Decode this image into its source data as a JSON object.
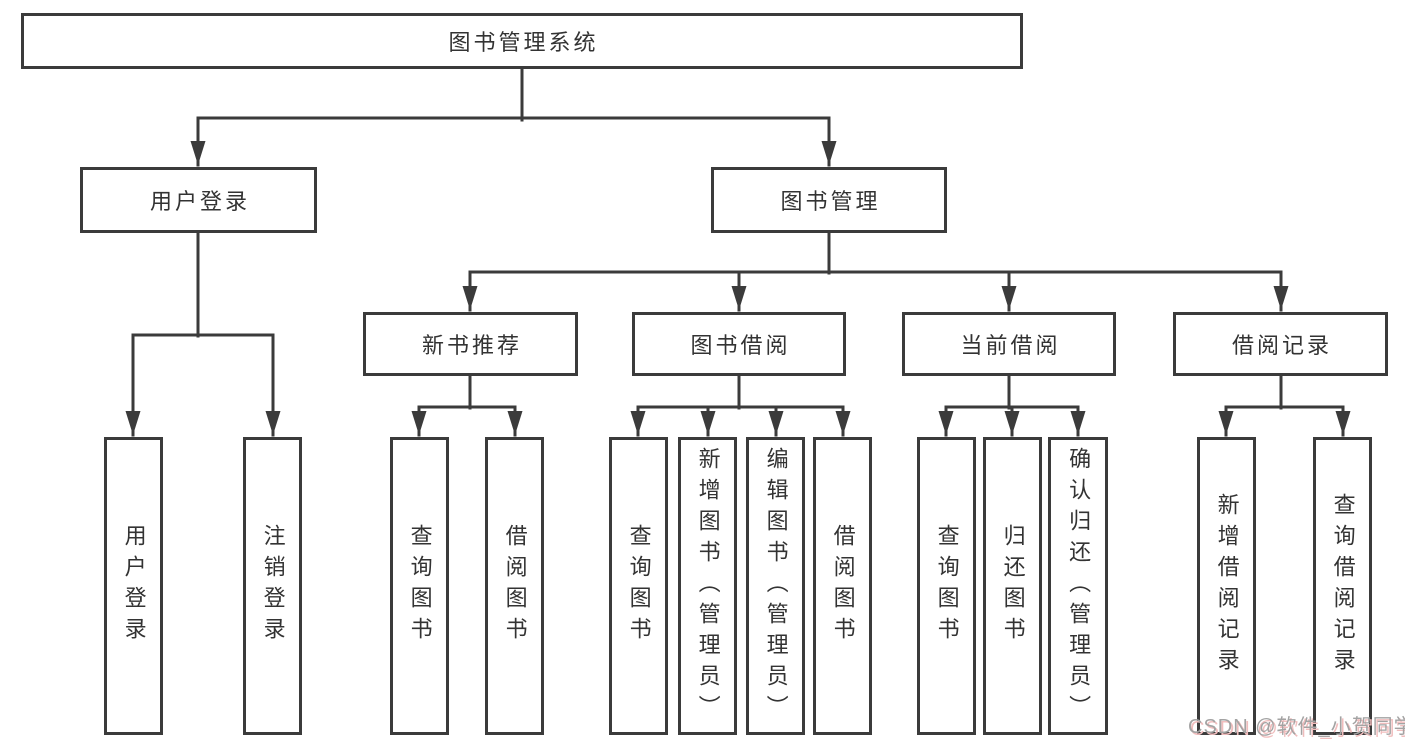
{
  "diagram": {
    "title": "图书管理系统",
    "root": {
      "label": "图书管理系统"
    },
    "level2": [
      {
        "label": "用户登录",
        "children": [
          {
            "label": "用户登录"
          },
          {
            "label": "注销登录"
          }
        ]
      },
      {
        "label": "图书管理",
        "sections": [
          {
            "label": "新书推荐",
            "children": [
              {
                "label": "查询图书"
              },
              {
                "label": "借阅图书"
              }
            ]
          },
          {
            "label": "图书借阅",
            "children": [
              {
                "label": "查询图书"
              },
              {
                "label": "新增图书（管理员）"
              },
              {
                "label": "编辑图书（管理员）"
              },
              {
                "label": "借阅图书"
              }
            ]
          },
          {
            "label": "当前借阅",
            "children": [
              {
                "label": "查询图书"
              },
              {
                "label": "归还图书"
              },
              {
                "label": "确认归还（管理员）"
              }
            ]
          },
          {
            "label": "借阅记录",
            "children": [
              {
                "label": "新增借阅记录"
              },
              {
                "label": "查询借阅记录"
              }
            ]
          }
        ]
      }
    ]
  },
  "watermark": {
    "text": "CSDN @软件_小贺同学"
  },
  "colors": {
    "line": "#3b3b3b",
    "text": "#333333",
    "background": "#ffffff",
    "watermark_text": "#a3a3a3",
    "watermark_shadow": "#f0bdbd"
  }
}
